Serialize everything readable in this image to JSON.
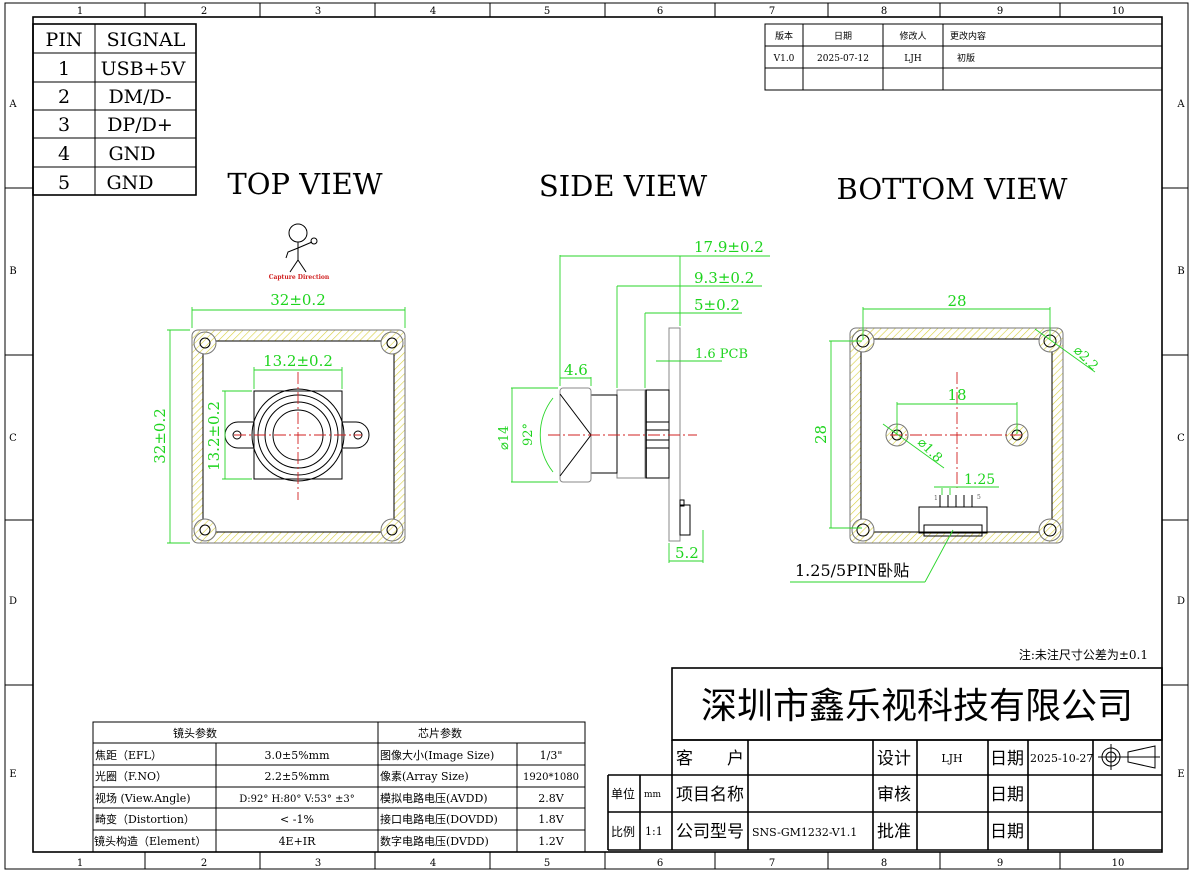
{
  "frame": {
    "columns": [
      "1",
      "2",
      "3",
      "4",
      "5",
      "6",
      "7",
      "8",
      "9",
      "10"
    ],
    "rows": [
      "A",
      "B",
      "C",
      "D",
      "E"
    ]
  },
  "pin_table": {
    "headers": [
      "PIN",
      "SIGNAL"
    ],
    "rows": [
      {
        "pin": "1",
        "signal": "USB+5V"
      },
      {
        "pin": "2",
        "signal": "DM/D-"
      },
      {
        "pin": "3",
        "signal": "DP/D+"
      },
      {
        "pin": "4",
        "signal": "GND"
      },
      {
        "pin": "5",
        "signal": "GND"
      }
    ]
  },
  "revision_table": {
    "headers": [
      "版本",
      "日期",
      "修改人",
      "更改内容"
    ],
    "rows": [
      {
        "version": "V1.0",
        "date": "2025-07-12",
        "author": "LJH",
        "change": "初版"
      }
    ]
  },
  "views": {
    "top": {
      "title": "TOP VIEW",
      "capture_direction": "Capture Direction",
      "dim_width": "32±0.2",
      "dim_height": "32±0.2",
      "dim_holder_width": "13.2±0.2",
      "dim_holder_height": "13.2±0.2"
    },
    "side": {
      "title": "SIDE VIEW",
      "dim_total": "17.9±0.2",
      "dim_mid": "9.3±0.2",
      "dim_holder": "5±0.2",
      "dim_pcb": "1.6 PCB",
      "dim_lens": "4.6",
      "dim_diameter": "⌀14",
      "dim_angle": "92°",
      "dim_connector": "5.2"
    },
    "bottom": {
      "title": "BOTTOM VIEW",
      "dim_width": "28",
      "dim_height": "28",
      "dim_corner_hole": "⌀2.2",
      "dim_hole_spacing": "18",
      "dim_hole": "⌀1.8",
      "dim_pitch": "1.25",
      "pin_first": "1",
      "pin_last": "5",
      "connector_label": "1.25/5PIN卧贴"
    }
  },
  "note": "注:未注尺寸公差为±0.1",
  "company": "深圳市鑫乐视科技有限公司",
  "title_block": {
    "customer_label": "客　　户",
    "customer_value": "",
    "design_label": "设计",
    "design_value": "LJH",
    "date_label": "日期",
    "date_value": "2025-10-27",
    "unit_label": "单位",
    "unit_value": "mm",
    "project_label": "项目名称",
    "project_value": "",
    "review_label": "审核",
    "review_value": "",
    "scale_label": "比例",
    "scale_value": "1:1",
    "model_label": "公司型号",
    "model_value": "SNS-GM1232-V1.1",
    "approve_label": "批准",
    "approve_value": ""
  },
  "lens_table": {
    "lens_header": "镜头参数",
    "chip_header": "芯片参数",
    "rows": [
      {
        "lens_param": "焦距（EFL）",
        "lens_value": "3.0±5%mm",
        "chip_param": "图像大小(Image Size)",
        "chip_value": "1/3\""
      },
      {
        "lens_param": "光圈（F.NO）",
        "lens_value": "2.2±5%mm",
        "chip_param": "像素(Array Size)",
        "chip_value": "1920*1080"
      },
      {
        "lens_param": "视场 (View.Angle)",
        "lens_value": "D:92° H:80° V:53° ±3°",
        "chip_param": "模拟电路电压(AVDD)",
        "chip_value": "2.8V"
      },
      {
        "lens_param": "畸变（Distortion）",
        "lens_value": "< -1%",
        "chip_param": "接口电路电压(DOVDD)",
        "chip_value": "1.8V"
      },
      {
        "lens_param": "镜头构造（Element）",
        "lens_value": "4E+IR",
        "chip_param": "数字电路电压(DVDD)",
        "chip_value": "1.2V"
      }
    ]
  },
  "colors": {
    "dimension": "#1ed41e",
    "centerline": "#d02020",
    "hatch": "#d8d040"
  }
}
